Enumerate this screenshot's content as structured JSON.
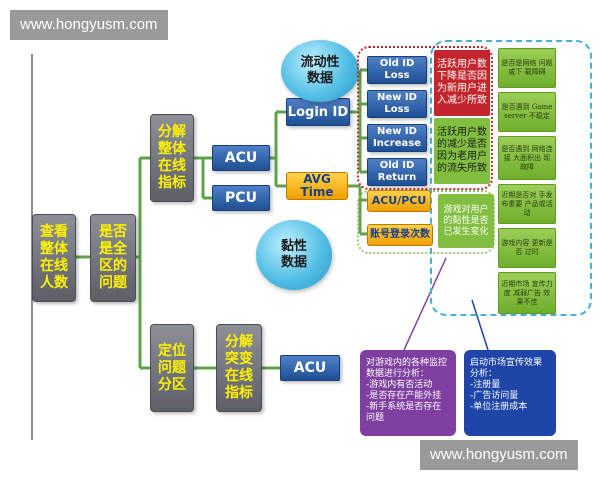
{
  "watermark": {
    "text": "www.hongyusm.com"
  },
  "root": "查看\n整体\n在线\n人数",
  "question": "是否\n是全\n区的\n问题",
  "branch_top": "分解\n整体\n在线\n指标",
  "branch_bottom": "定位\n问题\n分区",
  "branch_mutation": "分解\n突变\n在线\n指标",
  "acu": "ACU",
  "pcu": "PCU",
  "acu_bottom": "ACU",
  "login_id": "Login ID",
  "avg_time": "AVG\nTime",
  "login_metrics": [
    "Old ID\nLoss",
    "New ID\nLoss",
    "New ID\nIncrease",
    "Old ID\nReturn"
  ],
  "fluidity": "流动性\n数据",
  "stickiness": "黏性\n数据",
  "orange_boxes": [
    "ACU/PCU",
    "账号登录次数"
  ],
  "red_top": "活跃用户数下降是否因为新用户进入减少所致",
  "green_middle": "活跃用户数的减少是否因为老用户的流失所致",
  "sticky_note": "游戏对用户的黏性是否已发生变化",
  "green_column": [
    "是否是网络 问题或下 载障碍",
    "是否遇到 Game server 不稳定",
    "是否遇到 网络连接 大面积出 现故障",
    "近期是否对 手发布重要 产品或活动",
    "游戏内容 更新是否 过时",
    "近期市场 宣传力度 减弱广告 效果不佳"
  ],
  "purple_note": {
    "title": "对游戏内的各种监控数据进行分析：",
    "lines": [
      "-游戏内有否活动",
      "-是否存在产能外挂",
      "-新手系统是否存在问题"
    ]
  },
  "navy_note": {
    "title": "启动市场宣传效果分析：",
    "lines": [
      "-注册量",
      "-广告访问量",
      "-单位注册成本"
    ]
  },
  "colors": {
    "gray_box": "#6e7277",
    "gray_text": "#fff200",
    "blue_box": "#2a5aa4",
    "orange": "#f6b21c",
    "red": "#c2262c",
    "green": "#82bf40",
    "circle": "#54bfe6",
    "purple": "#7e3fa1",
    "navy": "#1f45a8",
    "connector": "#5ea24a"
  }
}
